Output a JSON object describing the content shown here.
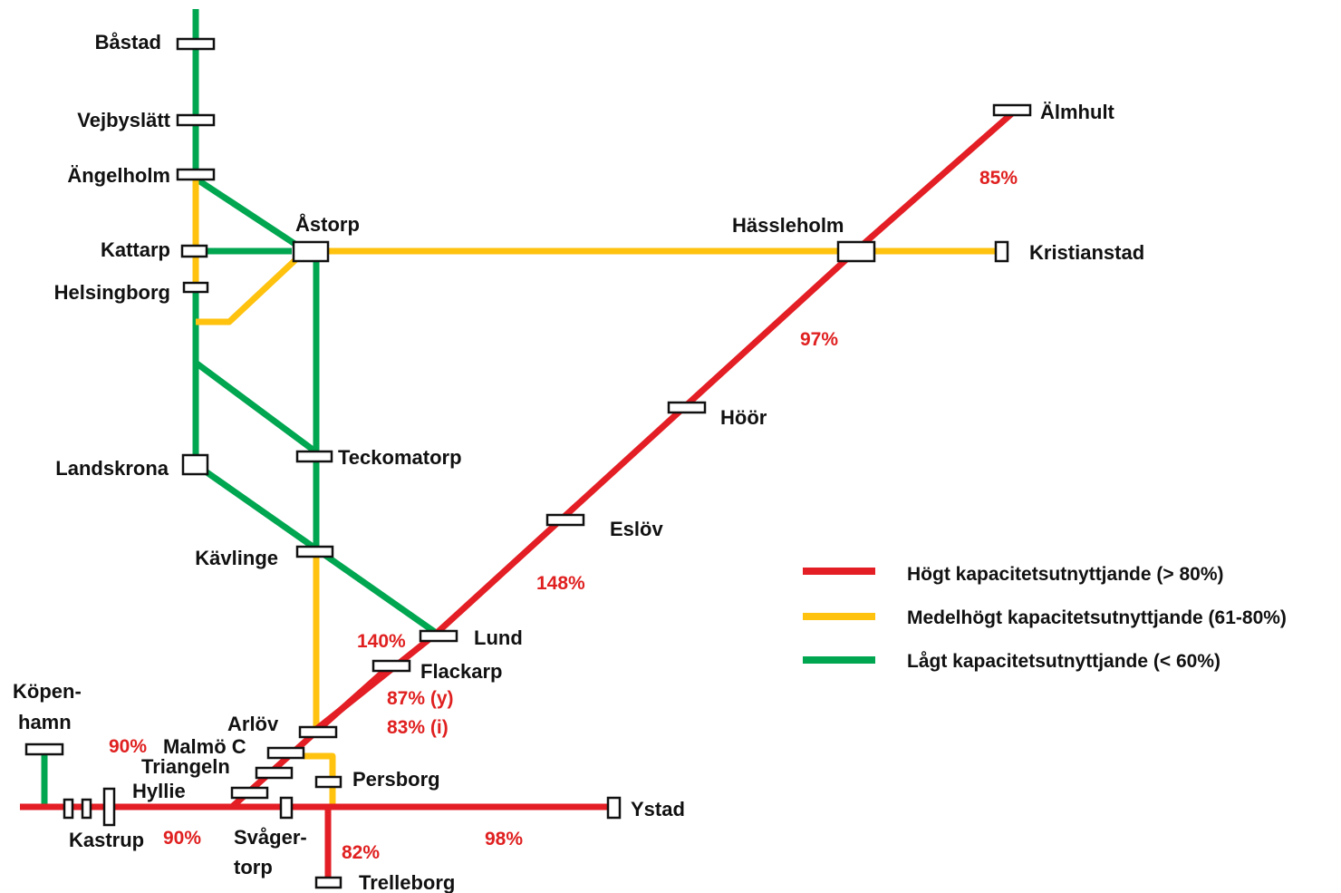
{
  "colors": {
    "high": "#e31e24",
    "medium": "#ffc20e",
    "low": "#00a650"
  },
  "stations": {
    "bastad": "Båstad",
    "vejbyslatt": "Vejbyslätt",
    "angelholm": "Ängelholm",
    "astorp": "Åstorp",
    "kattarp": "Kattarp",
    "helsingborg": "Helsingborg",
    "landskrona": "Landskrona",
    "teckomatorp": "Teckomatorp",
    "kavlinge": "Kävlinge",
    "lund": "Lund",
    "flackarp": "Flackarp",
    "arlov": "Arlöv",
    "malmo_c": "Malmö C",
    "triangeln": "Triangeln",
    "hyllie": "Hyllie",
    "kopenhamn_1": "Köpen-",
    "kopenhamn_2": "hamn",
    "kastrup": "Kastrup",
    "svagertorp_1": "Svåger-",
    "svagertorp_2": "torp",
    "persborg": "Persborg",
    "trelleborg": "Trelleborg",
    "ystad": "Ystad",
    "almhult": "Älmhult",
    "hassleholm": "Hässleholm",
    "kristianstad": "Kristianstad",
    "hoor": "Höör",
    "eslov": "Eslöv"
  },
  "utilization": {
    "almhult_hassleholm": "85%",
    "hassleholm_hoor": "97%",
    "eslov_lund": "148%",
    "lund_arlov": "140%",
    "flackarp_y": "87% (y)",
    "flackarp_i": "83% (i)",
    "kopenhamn_kastrup": "90%",
    "kastrup_hyllie": "90%",
    "trelleborg": "82%",
    "ystad": "98%"
  },
  "legend": [
    {
      "key": "high",
      "label": "Högt kapacitetsutnyttjande (> 80%)"
    },
    {
      "key": "medium",
      "label": "Medelhögt kapacitetsutnyttjande (61-80%)"
    },
    {
      "key": "low",
      "label": "Lågt kapacitetsutnyttjande (< 60%)"
    }
  ]
}
